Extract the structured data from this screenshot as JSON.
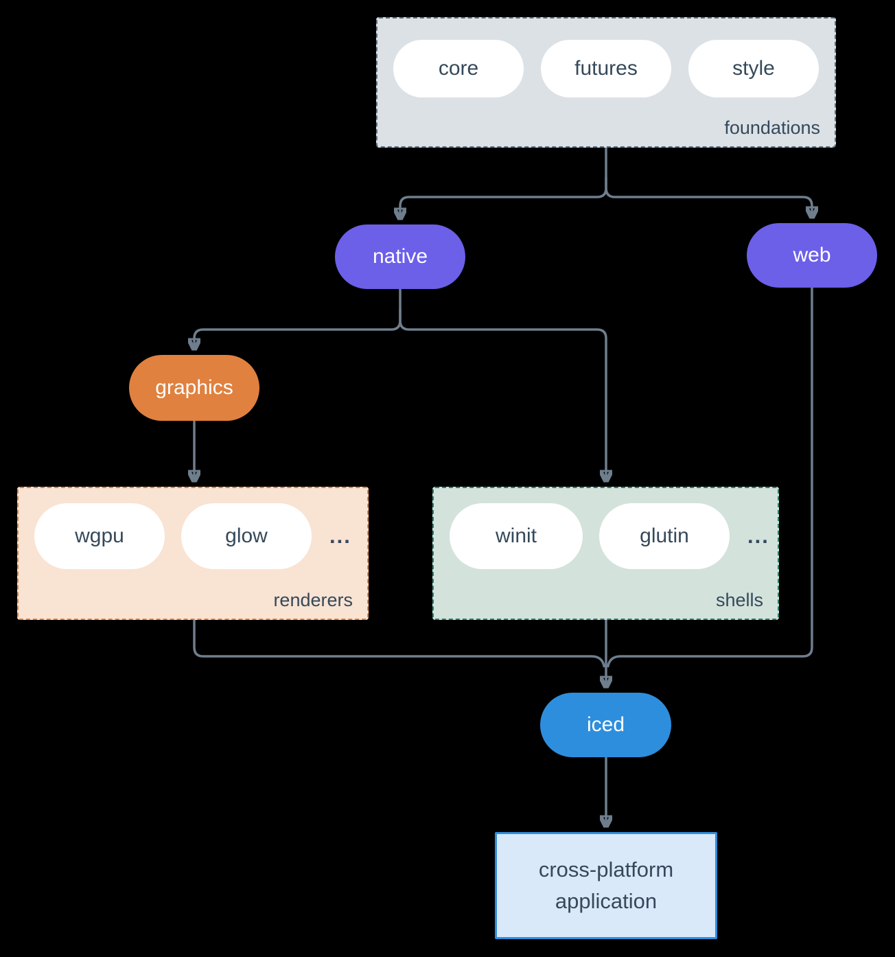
{
  "palette": {
    "background": "#000000",
    "connector": "#6e7e8d",
    "text_dark": "#35495a",
    "pill_fill": "#ffffff",
    "purple": "#6c5fe8",
    "orange": "#e0813f",
    "blue": "#2e8ede",
    "foundations_fill": "#dce1e6",
    "foundations_border": "#5f7181",
    "renderers_fill": "#f9e3d3",
    "renderers_border": "#e0813f",
    "shells_fill": "#d3e2db",
    "shells_border": "#2a7f6e",
    "application_fill": "#d9e9f9",
    "application_border": "#2e8ede"
  },
  "foundations": {
    "label": "foundations",
    "items": [
      "core",
      "futures",
      "style"
    ]
  },
  "renderers": {
    "label": "renderers",
    "items": [
      "wgpu",
      "glow"
    ],
    "ellipsis": "..."
  },
  "shells": {
    "label": "shells",
    "items": [
      "winit",
      "glutin"
    ],
    "ellipsis": "..."
  },
  "nodes": {
    "native": {
      "label": "native"
    },
    "web": {
      "label": "web"
    },
    "graphics": {
      "label": "graphics"
    },
    "iced": {
      "label": "iced"
    }
  },
  "application": {
    "lines": [
      "cross-platform",
      "application"
    ]
  },
  "edges": [
    {
      "from": "foundations",
      "to": "native"
    },
    {
      "from": "foundations",
      "to": "web"
    },
    {
      "from": "native",
      "to": "graphics"
    },
    {
      "from": "native",
      "to": "shells"
    },
    {
      "from": "graphics",
      "to": "renderers"
    },
    {
      "from": "renderers",
      "to": "iced"
    },
    {
      "from": "shells",
      "to": "iced"
    },
    {
      "from": "web",
      "to": "iced"
    },
    {
      "from": "iced",
      "to": "cross-platform application"
    }
  ]
}
